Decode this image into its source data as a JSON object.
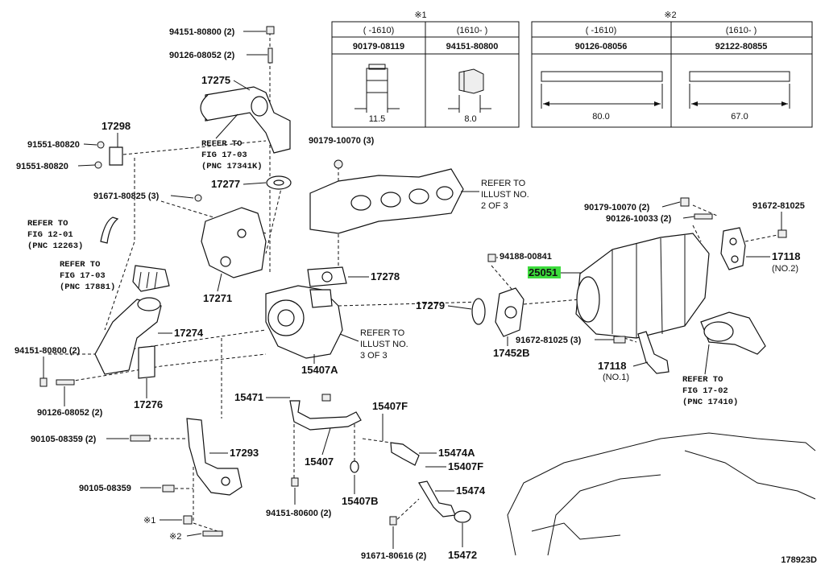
{
  "diagram_id": "178923D",
  "tables": [
    {
      "mark": "※1",
      "headers": [
        "(        -1610)",
        "(1610-        )"
      ],
      "parts": [
        "90179-08119",
        "94151-80800"
      ],
      "dims": [
        "11.5",
        "8.0"
      ]
    },
    {
      "mark": "※2",
      "headers": [
        "(        -1610)",
        "(1610-        )"
      ],
      "parts": [
        "90126-08056",
        "92122-80855"
      ],
      "dims": [
        "80.0",
        "67.0"
      ]
    }
  ],
  "callouts": [
    "94151-80800 (2)",
    "90126-08052 (2)",
    "17275",
    "17298",
    "91551-80820",
    "91551-80820",
    "REFER TO",
    "FIG 17-03",
    "(PNC 17341K)",
    "90179-10070 (3)",
    "17277",
    "91671-80825 (3)",
    "REFER TO",
    "FIG 12-01",
    "(PNC 12263)",
    "REFER TO",
    "FIG 17-03",
    "(PNC 17881)",
    "17271",
    "17274",
    "94151-80800 (2)",
    "90126-08052 (2)",
    "17276",
    "REFER TO",
    "ILLUST NO.",
    "2 OF 3",
    "17278",
    "REFER TO",
    "ILLUST NO.",
    "3 OF 3",
    "15407A",
    "15471",
    "15407F",
    "15407",
    "15474A",
    "15407F",
    "15474",
    "15407B",
    "94151-80600 (2)",
    "91671-80616 (2)",
    "15472",
    "90105-08359 (2)",
    "17293",
    "90105-08359",
    "※1",
    "※2",
    "17279",
    "17452B",
    "94188-00841",
    "25051",
    "90179-10070 (2)",
    "90126-10033 (2)",
    "91672-81025",
    "17118",
    "(NO.2)",
    "91672-81025 (3)",
    "17118",
    "(NO.1)",
    "REFER TO",
    "FIG 17-02",
    "(PNC 17410)"
  ],
  "highlight_part": "25051",
  "highlight_color": "#3ddc3d"
}
